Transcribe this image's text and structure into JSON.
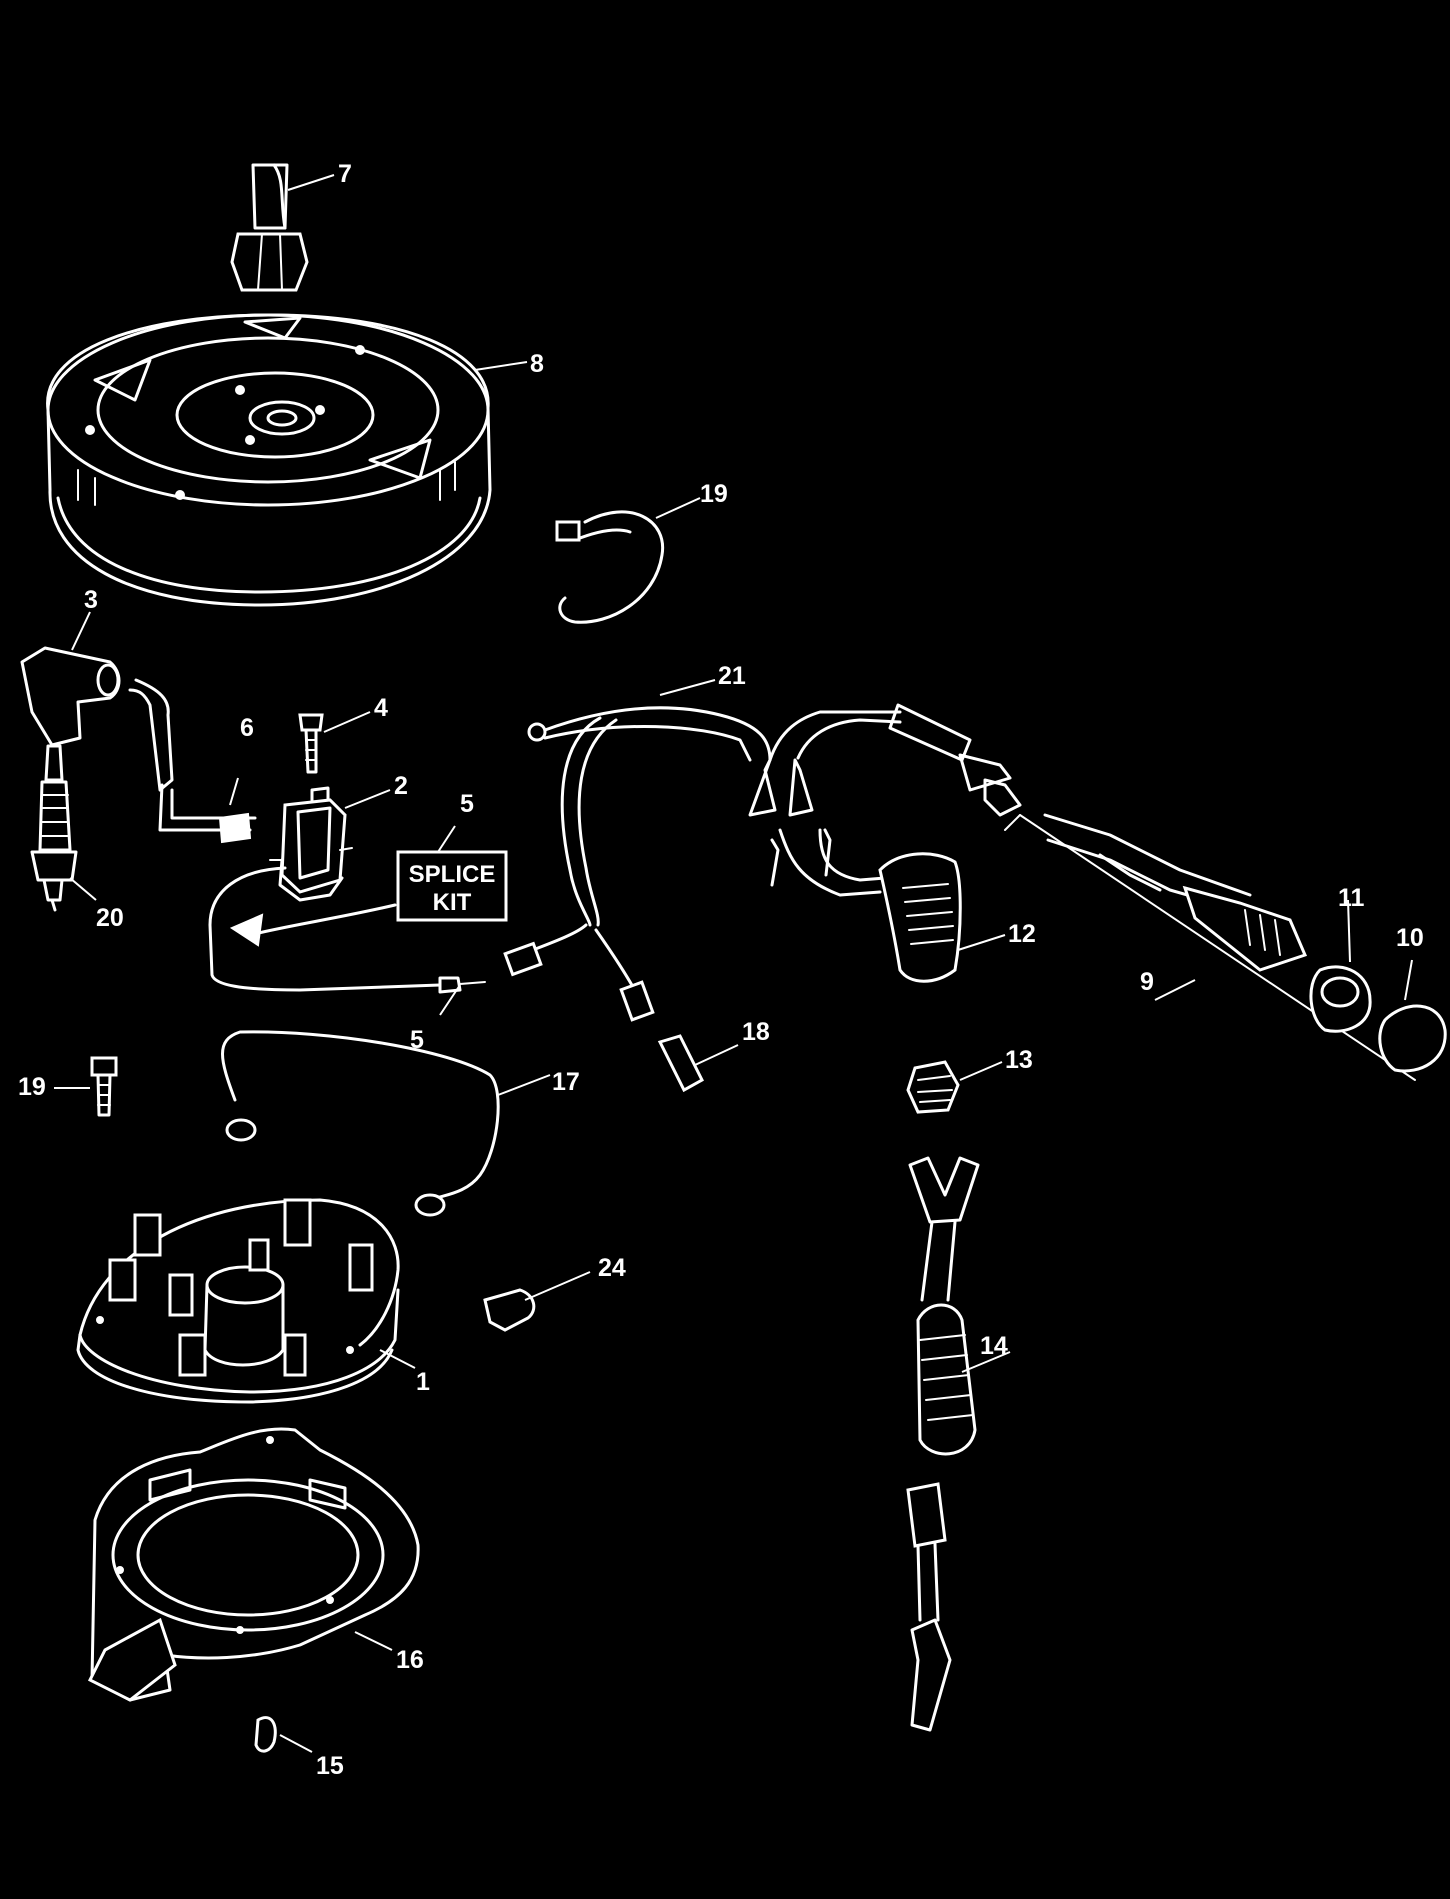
{
  "callouts": {
    "c7": "7",
    "c8": "8",
    "c19a": "19",
    "c3": "3",
    "c4": "4",
    "c6": "6",
    "c2": "2",
    "c5a": "5",
    "c5b": "5",
    "c20": "20",
    "c21": "21",
    "c11": "11",
    "c10": "10",
    "c12": "12",
    "c9": "9",
    "c18": "18",
    "c13": "13",
    "c19b": "19",
    "c17": "17",
    "c24": "24",
    "c14": "14",
    "c1": "1",
    "c16": "16",
    "c15": "15"
  },
  "splice_kit": {
    "line1": "SPLICE",
    "line2": "KIT"
  },
  "colors": {
    "background": "#000000",
    "line": "#ffffff"
  }
}
